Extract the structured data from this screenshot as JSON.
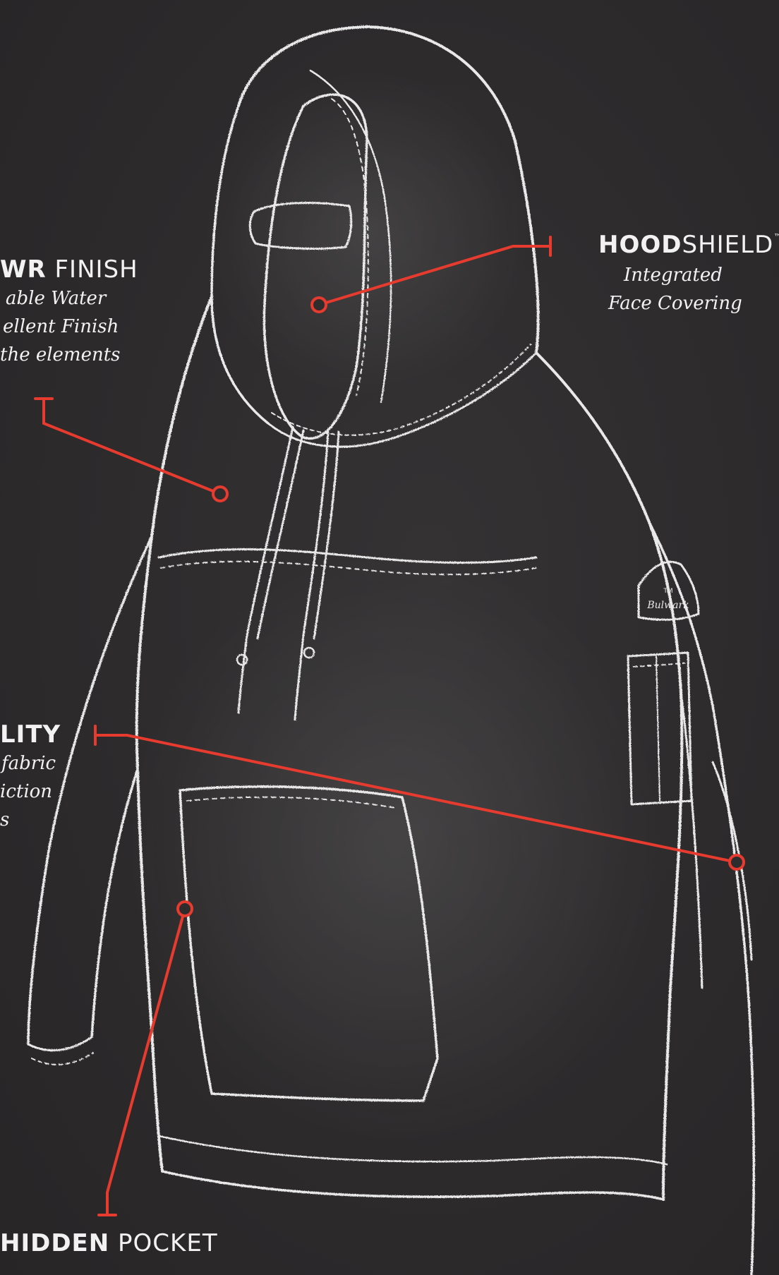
{
  "accent_color": "#e63b2e",
  "sketch_color": "#e9e9e9",
  "background_color": "#2e2c2d",
  "callouts": {
    "hoodshield": {
      "title_bold": "HOOD",
      "title_light": "SHIELD",
      "trademark": "™",
      "lines": [
        "Integrated",
        "Face Covering"
      ]
    },
    "dwr": {
      "title_bold": "WR",
      "title_light": " FINISH",
      "lines": [
        "able Water",
        "ellent Finish",
        " the elements"
      ]
    },
    "mobility": {
      "title_bold": "LITY",
      "lines": [
        "fabric",
        "iction",
        "s"
      ]
    },
    "hidden_pocket": {
      "title_bold": "HIDDEN",
      "title_light": " POCKET"
    }
  },
  "patch": {
    "logo_text": "Bulwark",
    "mark_text": "TM"
  }
}
